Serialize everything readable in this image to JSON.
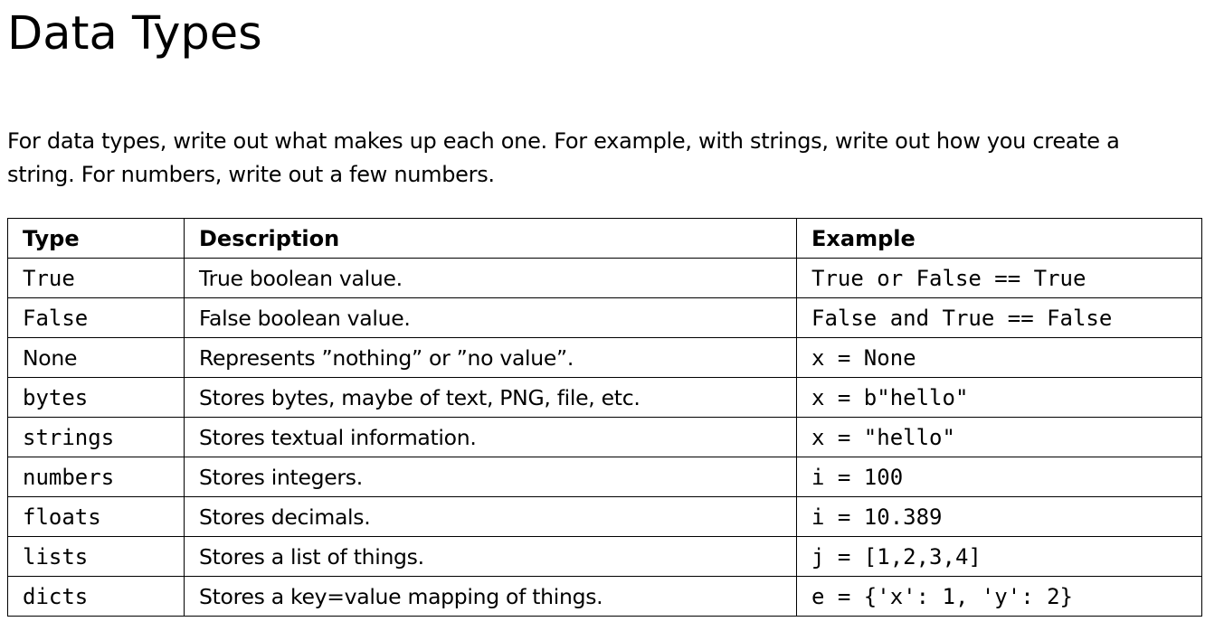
{
  "page": {
    "title": "Data Types",
    "intro": "For data types, write out what makes up each one. For example, with strings, write out how you create a string. For numbers, write out a few numbers."
  },
  "table": {
    "headers": [
      "Type",
      "Description",
      "Example"
    ],
    "rows": [
      {
        "type": "True",
        "description": "True boolean value.",
        "example": "True or False == True"
      },
      {
        "type": "False",
        "description": "False boolean value.",
        "example": "False and True == False"
      },
      {
        "type": "None",
        "description": "Represents ”nothing” or ”no value”.",
        "example": "x = None"
      },
      {
        "type": "bytes",
        "description": "Stores bytes, maybe of text, PNG, file, etc.",
        "example": "x = b\"hello\""
      },
      {
        "type": "strings",
        "description": "Stores textual information.",
        "example": "x = \"hello\""
      },
      {
        "type": "numbers",
        "description": "Stores integers.",
        "example": "i = 100"
      },
      {
        "type": "floats",
        "description": "Stores decimals.",
        "example": "i = 10.389"
      },
      {
        "type": "lists",
        "description": "Stores a list of things.",
        "example": "j = [1,2,3,4]"
      },
      {
        "type": "dicts",
        "description": "Stores a key=value mapping of things.",
        "example": "e = {'x': 1, 'y': 2}"
      }
    ]
  }
}
